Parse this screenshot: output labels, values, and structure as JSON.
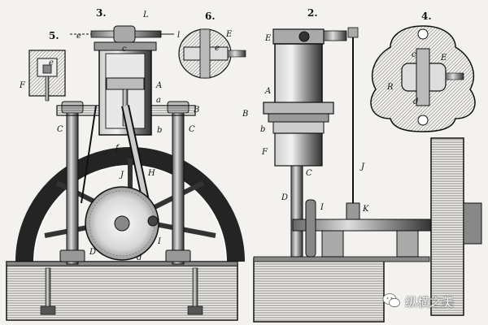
{
  "figures": {
    "fig2": "2.",
    "fig3": "3.",
    "fig4": "4.",
    "fig5": "5.",
    "fig6": "6."
  },
  "labels": {
    "fig3": {
      "L": "L",
      "l": "l",
      "c": "c",
      "e": "e",
      "A": "A",
      "a": "a",
      "B": "B",
      "C_left": "C",
      "C_right": "C",
      "b": "b",
      "f": "f",
      "J": "J",
      "H": "H",
      "I": "I",
      "D": "D",
      "d": "d"
    },
    "fig5": {
      "F": "F",
      "e": "e"
    },
    "fig6": {
      "E": "E",
      "e": "e"
    },
    "fig2": {
      "E": "E",
      "A": "A",
      "B": "B",
      "b": "b",
      "F": "F",
      "C": "C",
      "J": "J",
      "D": "D",
      "I": "I",
      "K": "K"
    },
    "fig4": {
      "c": "c",
      "E": "E",
      "R": "R",
      "d": "d"
    }
  },
  "watermark": {
    "text": "纵横之美",
    "icon": "wechat-icon"
  }
}
